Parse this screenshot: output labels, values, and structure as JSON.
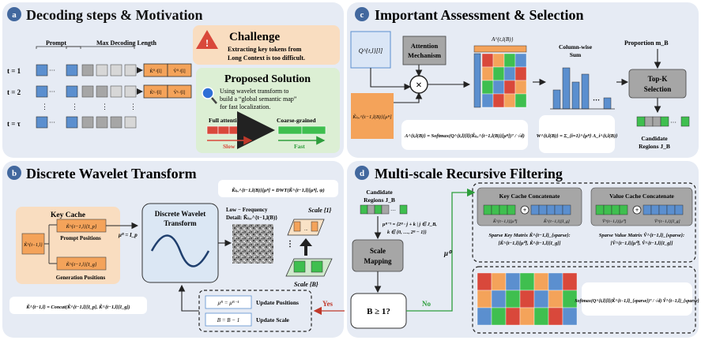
{
  "panels": {
    "a": {
      "badge": "a",
      "title": "Decoding steps & Motivation",
      "prompt_label": "Prompt",
      "max_len_label": "Max Decoding Length",
      "rows": [
        "t = 1",
        "t = 2",
        "t = τ"
      ],
      "dots": "···",
      "k_tok": "K̃⁰·ʲ[l]",
      "v_tok": "Ṽ⁰·ʲ[l]",
      "k_tok2": "K̃¹·ʲ[l]",
      "v_tok2": "Ṽ¹·ʲ[l]",
      "challenge_title": "Challenge",
      "challenge_text_1": "Extracting key tokens from",
      "challenge_text_2": "Long Context is too difficult.",
      "solution_title": "Proposed Solution",
      "solution_line1": "Using wavelet transform to",
      "solution_line2": "build a “global semantic map”",
      "solution_line3": "for fast localization.",
      "full_attention": "Full attention",
      "coarse_grained": "Coarse-grained",
      "slow": "Slow",
      "fast": "Fast"
    },
    "b": {
      "badge": "b",
      "title": "Discrete Wavelet Transform",
      "dwt_formula": "K̃ₗₒᵥ^{t−1,l(B)}[μᴮ] = DWT(K̃^{t−1,l}[μᴮ], ψ)",
      "key_cache": "Key Cache",
      "k_left": "K̃^{t−1,l}",
      "k_prompt": "K̃^{t−1,l}[I_p]",
      "prompt_positions": "Prompt Positions",
      "k_gen": "K̃^{t−1,l}[I_g]",
      "generation_positions": "Generation Positions",
      "mu_eq": "μᴮ = I_p",
      "dwt_box_1": "Discrete Wavelet",
      "dwt_box_2": "Transform",
      "lowfreq_1": "Low − Frequency",
      "lowfreq_2": "Detail: K̃ₗₒᵥ^{t−1,l(B)}",
      "scale1": "Scale {1}",
      "scaleB": "Scale {B}",
      "concat_formula": "K̃^{t−1,l} = Concat(K̃^{t−1,l}[I_p], K̃^{t−1,l}[I_g])",
      "update1_box": "μᴮ = μᴮ⁻¹",
      "update1_label": "Update Positions",
      "update2_box": "B = B − 1",
      "update2_label": "Update Scale",
      "yes": "Yes"
    },
    "c": {
      "badge": "c",
      "title": "Important Assessment & Selection",
      "q_label": "Q^{t,l}[l]",
      "k_label": "K̃ₗₒᵥ^{t−1,l(B)}[μᴮ]",
      "attn_mech_1": "Attention",
      "attn_mech_2": "Mechanism",
      "a_label": "A^{t,l(B)}",
      "colsum_1": "Column-wise",
      "colsum_2": "Sum",
      "proportion": "Proportion m_B",
      "topk_1": "Top-K",
      "topk_2": "Selection",
      "candidate_1": "Candidate",
      "candidate_2": "Regions J_B",
      "softmax_formula": "A^{t,l(B)} = Softmax(Q^{t,l}[l](K̃ₗₒᵥ^{t−1,l(B)}[μᴮ])ᵀ / √d)",
      "w_formula": "W^{t,l(B)} = Σ_{i=1}^{μᴮ} A_i^{t,l(B)}",
      "dots": "···"
    },
    "d": {
      "badge": "d",
      "title": "Multi-scale Recursive Filtering",
      "candidate_1": "Candidate",
      "candidate_2": "Regions J_B",
      "mu_def_1": "μᴮ⁻¹ = {2ᴮ · j + k | j ∈ J_B,",
      "mu_def_2": "k ∈ {0, …, 2ᴮ − 1}}",
      "scale_mapping_1": "Scale",
      "scale_mapping_2": "Mapping",
      "cond": "B ≥ 1?",
      "no": "No",
      "mu0": "μ⁰",
      "key_concat": "Key Cache Concatenate",
      "value_concat": "Value Cache Concatenate",
      "k_mu0": "K̃^{t−1,l}[μ⁰]",
      "k_ig": "K̃^{t−1,l}[I_g]",
      "v_mu0": "Ṽ^{t−1,l}[μ⁰]",
      "v_ig": "Ṽ^{t−1,l}[I_g]",
      "sparse_key_1": "Sparse Key Matrix K̃^{t−1,l}_{sparse}:",
      "sparse_key_2": "[K̃^{t−1,l}[μ⁰], K̃^{t−1,l}[I_g]]",
      "sparse_val_1": "Sparse Value Matrix Ṽ^{t−1,l}_{sparse}:",
      "sparse_val_2": "[Ṽ^{t−1,l}[μ⁰], Ṽ^{t−1,l}[I_g]]",
      "final_formula": "Softmax(Q^{t,l}[l](K̃^{t−1,l}_{sparse})ᵀ / √d) Ṽ^{t−1,l}_{sparse}"
    }
  },
  "colors": {
    "panel_bg": "#e6ebf4",
    "orange": "#f4a35a",
    "blue": "#5b8fcf",
    "green": "#3fbf4f",
    "red": "#d9483b",
    "gray": "#a6a6a6",
    "badge": "#42689e"
  }
}
